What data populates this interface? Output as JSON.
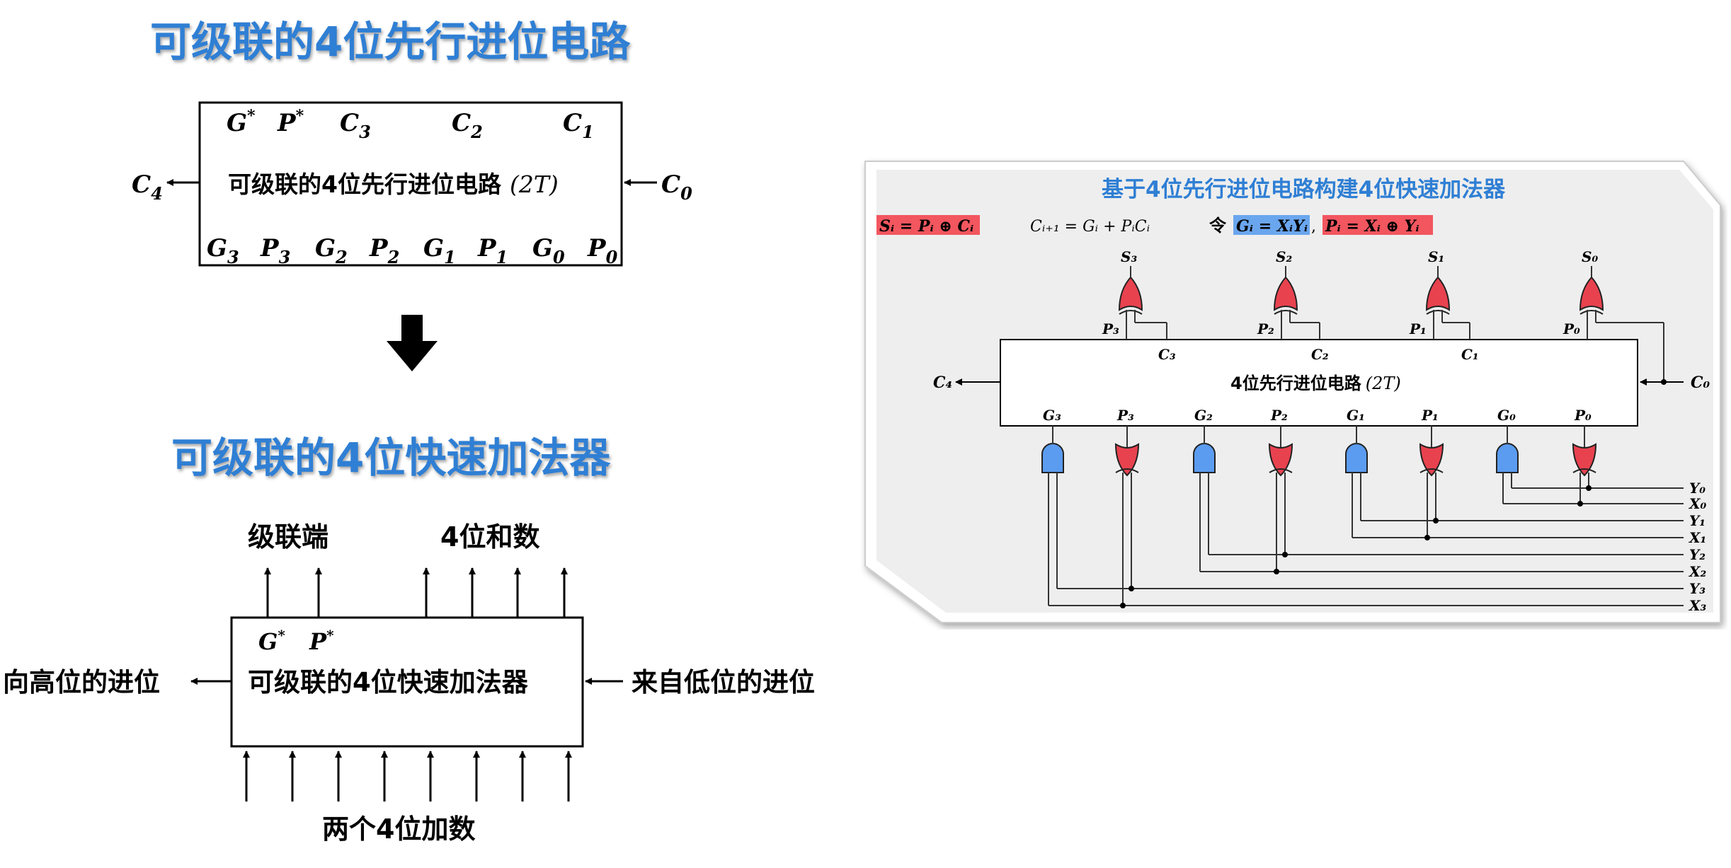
{
  "top": {
    "title": "可级联的4位先行进位电路",
    "box_label": "可级联的4位先行进位电路",
    "box_delay": "(2T)",
    "top_pins": [
      {
        "base": "G",
        "sub": "",
        "sup": "*"
      },
      {
        "base": "P",
        "sub": "",
        "sup": "*"
      },
      {
        "base": "C",
        "sub": "3",
        "sup": ""
      },
      {
        "base": "C",
        "sub": "2",
        "sup": ""
      },
      {
        "base": "C",
        "sub": "1",
        "sup": ""
      }
    ],
    "bottom_pins": [
      {
        "base": "G",
        "sub": "3"
      },
      {
        "base": "P",
        "sub": "3"
      },
      {
        "base": "G",
        "sub": "2"
      },
      {
        "base": "P",
        "sub": "2"
      },
      {
        "base": "G",
        "sub": "1"
      },
      {
        "base": "P",
        "sub": "1"
      },
      {
        "base": "G",
        "sub": "0"
      },
      {
        "base": "P",
        "sub": "0"
      }
    ],
    "out_carry": {
      "base": "C",
      "sub": "4"
    },
    "in_carry": {
      "base": "C",
      "sub": "0"
    }
  },
  "bottom": {
    "title": "可级联的4位快速加法器",
    "box_label": "可级联的4位快速加法器",
    "gp_pins": [
      {
        "base": "G",
        "sup": "*"
      },
      {
        "base": "P",
        "sup": "*"
      }
    ],
    "cascade_label": "级联端",
    "sum_label": "4位和数",
    "left_label": "向高位的进位",
    "right_label": "来自低位的进位",
    "bottom_label": "两个4位加数"
  },
  "panel": {
    "title": "基于4位先行进位电路构建4位快速加法器",
    "formula_s": "Sᵢ = Pᵢ ⊕ Cᵢ",
    "formula_c": "Cᵢ₊₁ = Gᵢ + PᵢCᵢ",
    "let_word": "令",
    "formula_g": "Gᵢ = XᵢYᵢ",
    "comma": ",",
    "formula_p": "Pᵢ = Xᵢ ⊕ Yᵢ",
    "box_label": "4位先行进位电路",
    "box_delay": "(2T)",
    "sums": [
      "S₃",
      "S₂",
      "S₁",
      "S₀"
    ],
    "p_top": [
      "P₃",
      "P₂",
      "P₁",
      "P₀"
    ],
    "c_top": [
      "C₃",
      "C₂",
      "C₁"
    ],
    "c_out": "C₄",
    "c_in": "C₀",
    "bottom_pins": [
      "G₃",
      "P₃",
      "G₂",
      "P₂",
      "G₁",
      "P₁",
      "G₀",
      "P₀"
    ],
    "inputs": [
      "Y₀",
      "X₀",
      "Y₁",
      "X₁",
      "Y₂",
      "X₂",
      "Y₃",
      "X₃"
    ],
    "colors": {
      "and_gate": "#5b9cf0",
      "xor_gate": "#e8424f",
      "title": "#2f7fd4",
      "highlight_blue": "#6aa6ee",
      "highlight_red": "#f2565f",
      "panel_bg": "#eeeeee"
    }
  }
}
